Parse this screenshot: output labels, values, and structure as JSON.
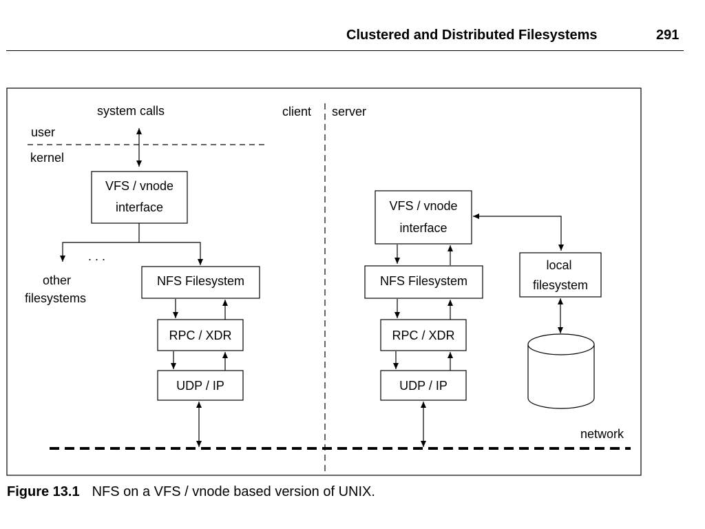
{
  "header": {
    "title": "Clustered and Distributed Filesystems",
    "page_number": "291"
  },
  "diagram": {
    "labels": {
      "system_calls": "system calls",
      "user": "user",
      "kernel": "kernel",
      "client": "client",
      "server": "server",
      "ellipsis": ". . .",
      "other": "other",
      "filesystems": "filesystems",
      "network": "network"
    },
    "client": {
      "vfs_line1": "VFS / vnode",
      "vfs_line2": "interface",
      "nfs": "NFS Filesystem",
      "rpc": "RPC / XDR",
      "udp": "UDP / IP"
    },
    "server": {
      "vfs_line1": "VFS / vnode",
      "vfs_line2": "interface",
      "nfs": "NFS Filesystem",
      "rpc": "RPC / XDR",
      "udp": "UDP / IP",
      "local_line1": "local",
      "local_line2": "filesystem"
    }
  },
  "caption": {
    "label": "Figure 13.1",
    "text": "NFS on a VFS / vnode based version of UNIX."
  }
}
